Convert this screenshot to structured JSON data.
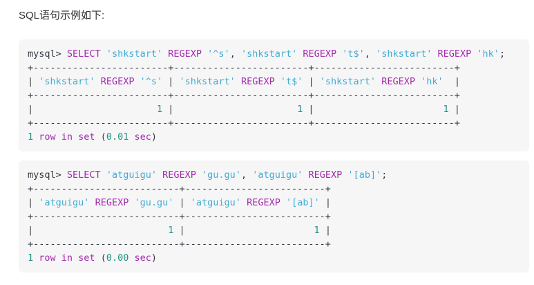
{
  "heading": "SQL语句示例如下:",
  "colors": {
    "default": "#333943",
    "keyword": "#a429ad",
    "string": "#41acd4",
    "number": "#1f9182",
    "code_background": "#f6f6f7",
    "page_background": "#ffffff"
  },
  "code_blocks": [
    {
      "name": "sql-regexp-shkstart-example",
      "result_summary": "1 row in set (0.01 sec)",
      "lines": [
        [
          {
            "c": "default",
            "t": "mysql> "
          },
          {
            "c": "keyword",
            "t": "SELECT"
          },
          {
            "c": "default",
            "t": " "
          },
          {
            "c": "string",
            "t": "'shkstart'"
          },
          {
            "c": "default",
            "t": " "
          },
          {
            "c": "keyword",
            "t": "REGEXP"
          },
          {
            "c": "default",
            "t": " "
          },
          {
            "c": "string",
            "t": "'^s'"
          },
          {
            "c": "default",
            "t": ", "
          },
          {
            "c": "string",
            "t": "'shkstart'"
          },
          {
            "c": "default",
            "t": " "
          },
          {
            "c": "keyword",
            "t": "REGEXP"
          },
          {
            "c": "default",
            "t": " "
          },
          {
            "c": "string",
            "t": "'t$'"
          },
          {
            "c": "default",
            "t": ", "
          },
          {
            "c": "string",
            "t": "'shkstart'"
          },
          {
            "c": "default",
            "t": " "
          },
          {
            "c": "keyword",
            "t": "REGEXP"
          },
          {
            "c": "default",
            "t": " "
          },
          {
            "c": "string",
            "t": "'hk'"
          },
          {
            "c": "default",
            "t": ";"
          }
        ],
        [
          {
            "c": "default",
            "t": "+------------------------+------------------------+-------------------------+"
          }
        ],
        [
          {
            "c": "default",
            "t": "| "
          },
          {
            "c": "string",
            "t": "'shkstart'"
          },
          {
            "c": "default",
            "t": " "
          },
          {
            "c": "keyword",
            "t": "REGEXP"
          },
          {
            "c": "default",
            "t": " "
          },
          {
            "c": "string",
            "t": "'^s'"
          },
          {
            "c": "default",
            "t": " | "
          },
          {
            "c": "string",
            "t": "'shkstart'"
          },
          {
            "c": "default",
            "t": " "
          },
          {
            "c": "keyword",
            "t": "REGEXP"
          },
          {
            "c": "default",
            "t": " "
          },
          {
            "c": "string",
            "t": "'t$'"
          },
          {
            "c": "default",
            "t": " | "
          },
          {
            "c": "string",
            "t": "'shkstart'"
          },
          {
            "c": "default",
            "t": " "
          },
          {
            "c": "keyword",
            "t": "REGEXP"
          },
          {
            "c": "default",
            "t": " "
          },
          {
            "c": "string",
            "t": "'hk'"
          },
          {
            "c": "default",
            "t": "  |"
          }
        ],
        [
          {
            "c": "default",
            "t": "+------------------------+------------------------+-------------------------+"
          }
        ],
        [
          {
            "c": "default",
            "t": "|                      "
          },
          {
            "c": "number",
            "t": "1"
          },
          {
            "c": "default",
            "t": " |                      "
          },
          {
            "c": "number",
            "t": "1"
          },
          {
            "c": "default",
            "t": " |                       "
          },
          {
            "c": "number",
            "t": "1"
          },
          {
            "c": "default",
            "t": " |"
          }
        ],
        [
          {
            "c": "default",
            "t": "+------------------------+------------------------+-------------------------+"
          }
        ],
        [
          {
            "c": "number",
            "t": "1"
          },
          {
            "c": "default",
            "t": " "
          },
          {
            "c": "keyword",
            "t": "row in set"
          },
          {
            "c": "default",
            "t": " ("
          },
          {
            "c": "number",
            "t": "0.01"
          },
          {
            "c": "default",
            "t": " "
          },
          {
            "c": "keyword",
            "t": "sec"
          },
          {
            "c": "default",
            "t": ")"
          }
        ]
      ]
    },
    {
      "name": "sql-regexp-atguigu-example",
      "result_summary": "1 row in set (0.00 sec)",
      "lines": [
        [
          {
            "c": "default",
            "t": "mysql> "
          },
          {
            "c": "keyword",
            "t": "SELECT"
          },
          {
            "c": "default",
            "t": " "
          },
          {
            "c": "string",
            "t": "'atguigu'"
          },
          {
            "c": "default",
            "t": " "
          },
          {
            "c": "keyword",
            "t": "REGEXP"
          },
          {
            "c": "default",
            "t": " "
          },
          {
            "c": "string",
            "t": "'gu.gu'"
          },
          {
            "c": "default",
            "t": ", "
          },
          {
            "c": "string",
            "t": "'atguigu'"
          },
          {
            "c": "default",
            "t": " "
          },
          {
            "c": "keyword",
            "t": "REGEXP"
          },
          {
            "c": "default",
            "t": " "
          },
          {
            "c": "string",
            "t": "'[ab]'"
          },
          {
            "c": "default",
            "t": ";"
          }
        ],
        [
          {
            "c": "default",
            "t": "+--------------------------+-------------------------+"
          }
        ],
        [
          {
            "c": "default",
            "t": "| "
          },
          {
            "c": "string",
            "t": "'atguigu'"
          },
          {
            "c": "default",
            "t": " "
          },
          {
            "c": "keyword",
            "t": "REGEXP"
          },
          {
            "c": "default",
            "t": " "
          },
          {
            "c": "string",
            "t": "'gu.gu'"
          },
          {
            "c": "default",
            "t": " | "
          },
          {
            "c": "string",
            "t": "'atguigu'"
          },
          {
            "c": "default",
            "t": " "
          },
          {
            "c": "keyword",
            "t": "REGEXP"
          },
          {
            "c": "default",
            "t": " "
          },
          {
            "c": "string",
            "t": "'[ab]'"
          },
          {
            "c": "default",
            "t": " |"
          }
        ],
        [
          {
            "c": "default",
            "t": "+--------------------------+-------------------------+"
          }
        ],
        [
          {
            "c": "default",
            "t": "|                        "
          },
          {
            "c": "number",
            "t": "1"
          },
          {
            "c": "default",
            "t": " |                       "
          },
          {
            "c": "number",
            "t": "1"
          },
          {
            "c": "default",
            "t": " |"
          }
        ],
        [
          {
            "c": "default",
            "t": "+--------------------------+-------------------------+"
          }
        ],
        [
          {
            "c": "number",
            "t": "1"
          },
          {
            "c": "default",
            "t": " "
          },
          {
            "c": "keyword",
            "t": "row in set"
          },
          {
            "c": "default",
            "t": " ("
          },
          {
            "c": "number",
            "t": "0.00"
          },
          {
            "c": "default",
            "t": " "
          },
          {
            "c": "keyword",
            "t": "sec"
          },
          {
            "c": "default",
            "t": ")"
          }
        ]
      ]
    }
  ]
}
